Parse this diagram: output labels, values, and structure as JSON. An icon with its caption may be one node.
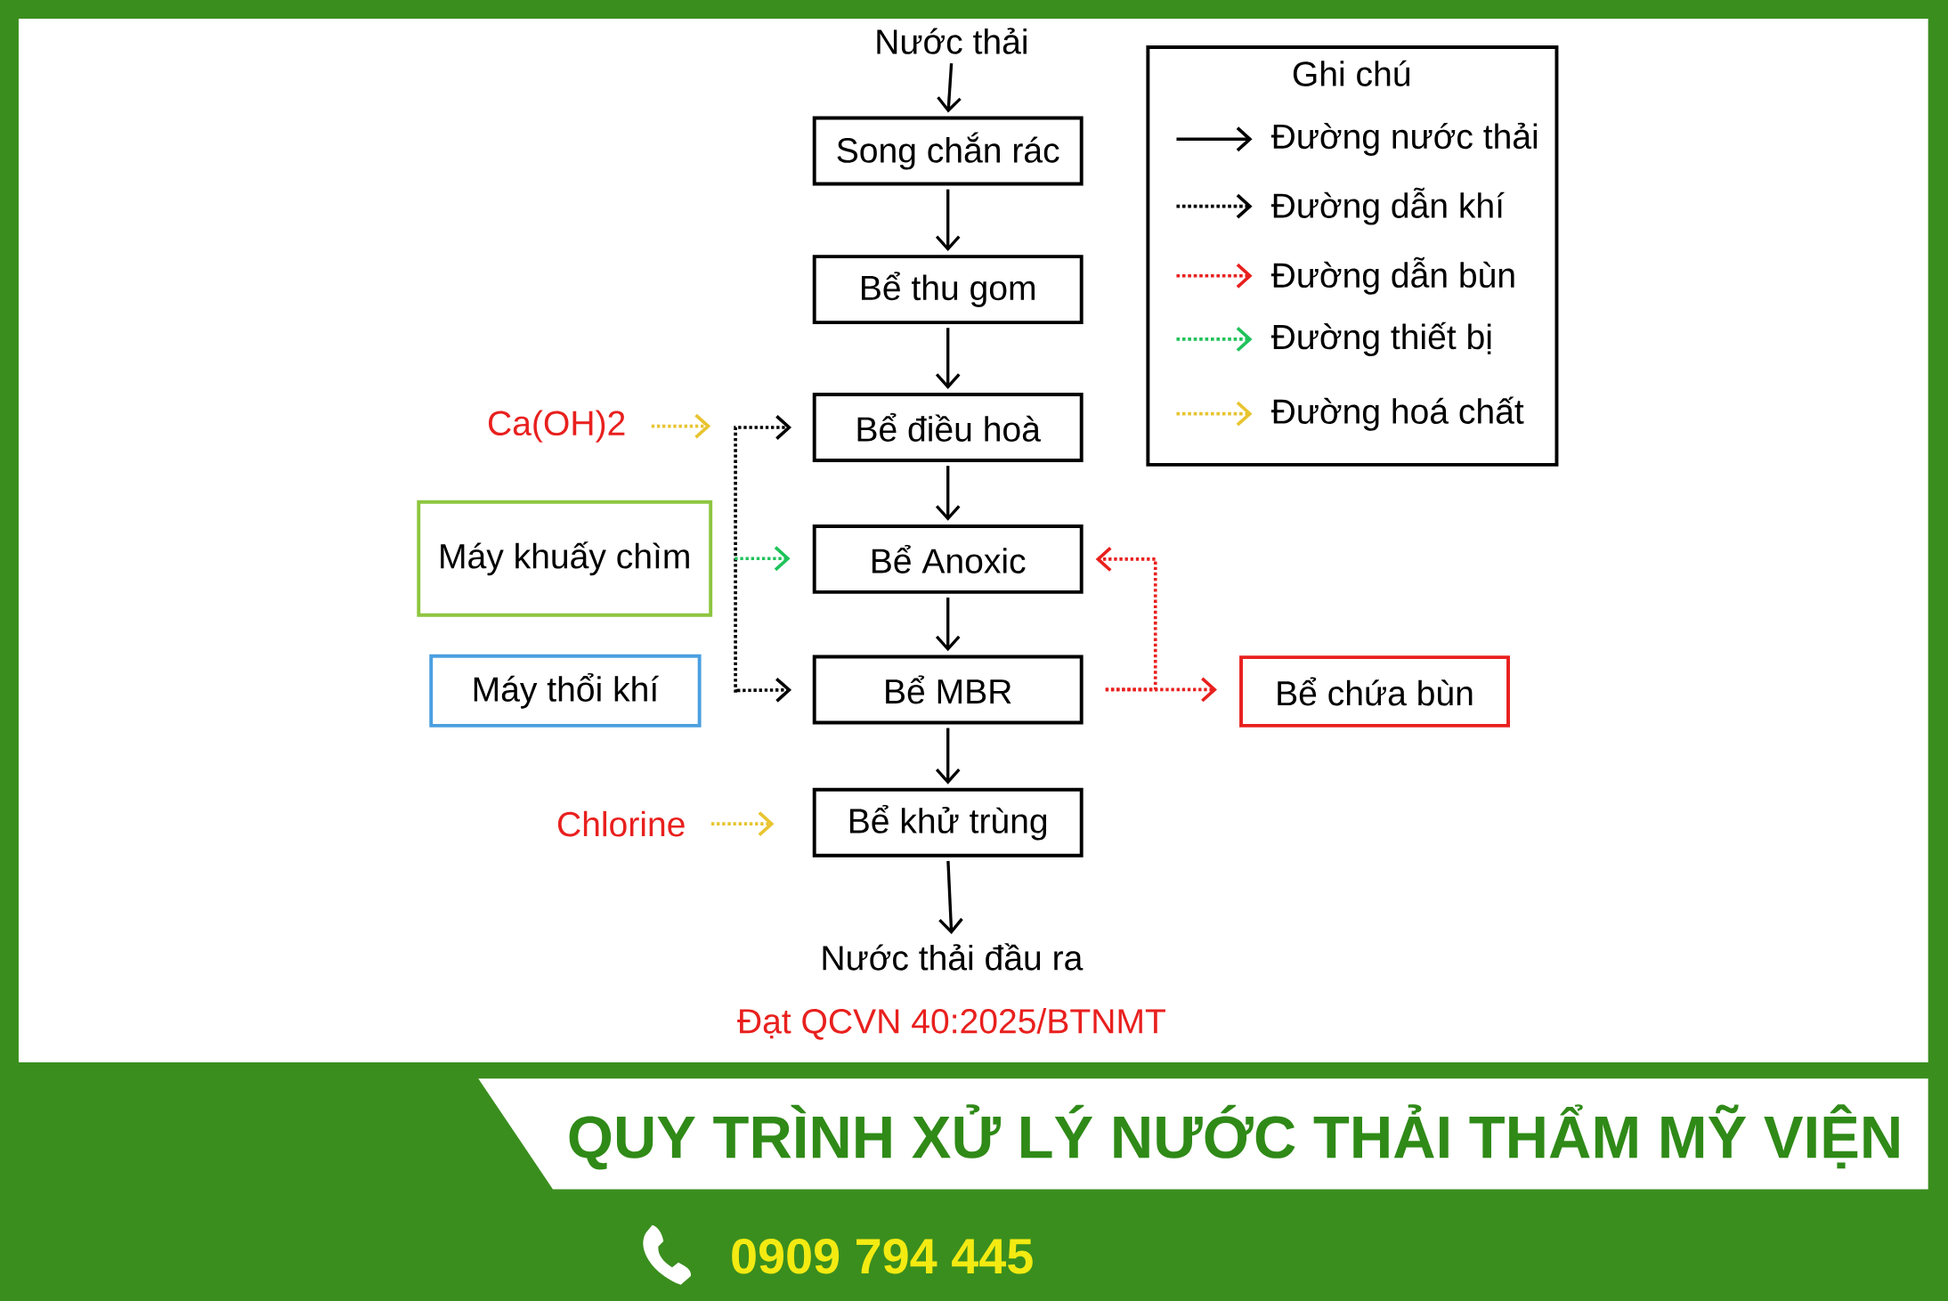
{
  "diagram": {
    "title": "QUY TRÌNH XỬ LÝ NƯỚC THẢI THẨM MỸ VIỆN",
    "nodes": [
      {
        "text": [
          "Nước thải"
        ]
      },
      {
        "text": [
          "Song chắn rác"
        ]
      },
      {
        "text": [
          "Bể thu gom"
        ]
      },
      {
        "text": [
          "Bể điều hoà"
        ]
      },
      {
        "text": [
          "Bể Anoxic"
        ]
      },
      {
        "text": [
          "Bể MBR"
        ]
      },
      {
        "text": [
          "Bể khử trùng"
        ]
      },
      {
        "text": [
          "Nước thải đầu ra"
        ],
        "beside": [
          "Đạt QCVN 40:2025/BTNMT"
        ]
      },
      {
        "text": [
          "Ca(OH)2"
        ]
      },
      {
        "text": [
          "Máy khuấy chìm"
        ]
      },
      {
        "text": [
          "Máy thổi khí"
        ]
      },
      {
        "text": [
          "Chlorine"
        ]
      },
      {
        "text": [
          "Bể chứa bùn"
        ]
      }
    ],
    "edges": [
      {
        "from": 0,
        "to": 1,
        "arrow": "to"
      },
      {
        "from": 1,
        "to": 2,
        "arrow": "to"
      },
      {
        "from": 2,
        "to": 3,
        "arrow": "to"
      },
      {
        "from": 3,
        "to": 4,
        "arrow": "to"
      },
      {
        "from": 4,
        "to": 5,
        "arrow": "to"
      },
      {
        "from": 5,
        "to": 6,
        "arrow": "to"
      },
      {
        "from": 6,
        "to": 7,
        "arrow": "to"
      },
      {
        "from": 8,
        "to": null,
        "arrow": "to",
        "style": "dashed",
        "color": "#e8c430"
      },
      {
        "from": 10,
        "to": 3,
        "arrow": "to",
        "style": "dashed"
      },
      {
        "from": 10,
        "to": 5,
        "arrow": "to",
        "style": "dashed"
      },
      {
        "from": 9,
        "to": 4,
        "arrow": "to",
        "style": "dashed",
        "color": "#1fc25a"
      },
      {
        "from": 5,
        "to": 12,
        "arrow": "to",
        "style": "dashed",
        "color": "#e8201e"
      },
      {
        "from": 5,
        "to": 4,
        "arrow": "to",
        "style": "dashed",
        "color": "#e8201e"
      },
      {
        "from": 11,
        "to": 6,
        "arrow": "to",
        "style": "dashed",
        "color": "#e8c430"
      }
    ],
    "labels": [
      "Ghi chú",
      "0909 794 445"
    ],
    "legend": [
      {
        "text": "Đường nước thải"
      },
      {
        "text": "Đường dẫn khí"
      },
      {
        "text": "Đường dẫn bùn"
      },
      {
        "text": "Đường thiết bị"
      },
      {
        "text": "Đường hoá chất"
      }
    ]
  }
}
